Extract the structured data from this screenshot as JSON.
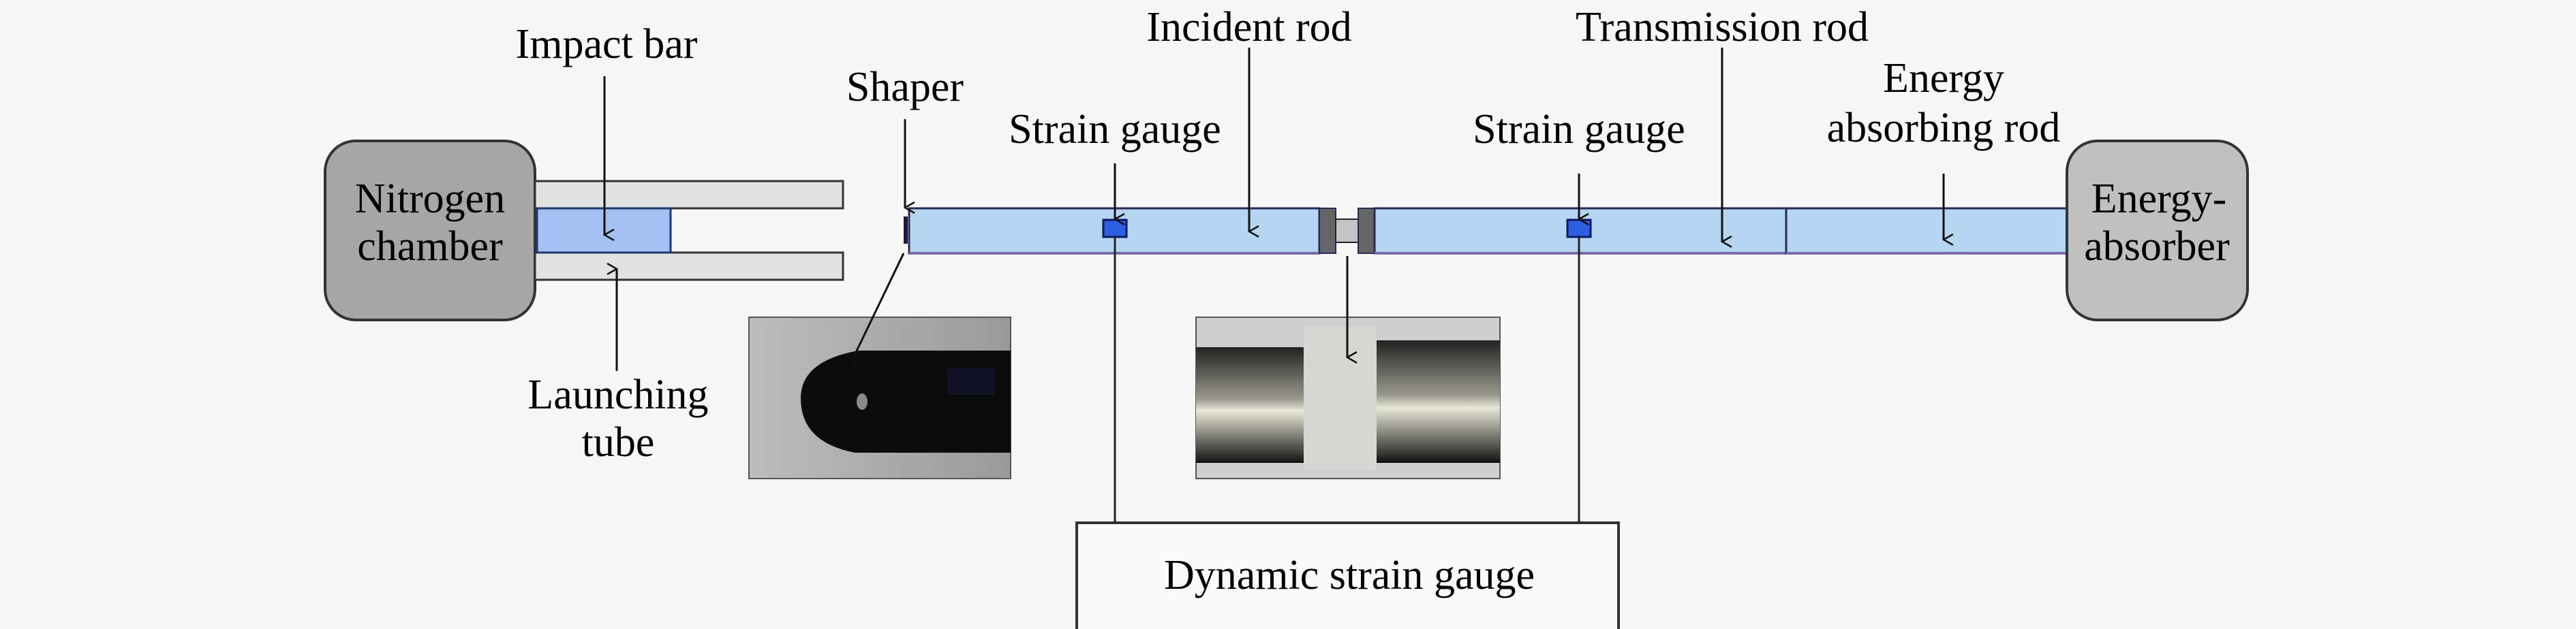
{
  "title": "Split Hopkinson pressure bar apparatus schematic",
  "labels": {
    "impact_bar": "Impact bar",
    "shaper": "Shaper",
    "strain_gauge_1": "Strain gauge",
    "incident_rod": "Incident rod",
    "strain_gauge_2": "Strain gauge",
    "transmission_rod": "Transmission rod",
    "energy_absorbing_rod_line1": "Energy",
    "energy_absorbing_rod_line2": "absorbing rod",
    "nitrogen_chamber_line1": "Nitrogen",
    "nitrogen_chamber_line2": "chamber",
    "energy_absorber_line1": "Energy-",
    "energy_absorber_line2": "absorber",
    "launching_tube_line1": "Launching",
    "launching_tube_line2": "tube",
    "dynamic_strain_gauge": "Dynamic strain gauge"
  },
  "photos": {
    "shaper_photo": "shaper-closeup-photo",
    "specimen_photo": "specimen-closeup-photo"
  },
  "colors": {
    "background": "#f7f7f7",
    "rod_fill": "#b5d5f0",
    "rod_border": "#2a2a5a",
    "impact_bar_fill": "#a4bff2",
    "tube_fill": "#e2e2e2",
    "chamber_fill": "#a6a6a6",
    "absorber_fill": "#c0c0c0",
    "gauge_fill": "#2e5fe0"
  }
}
